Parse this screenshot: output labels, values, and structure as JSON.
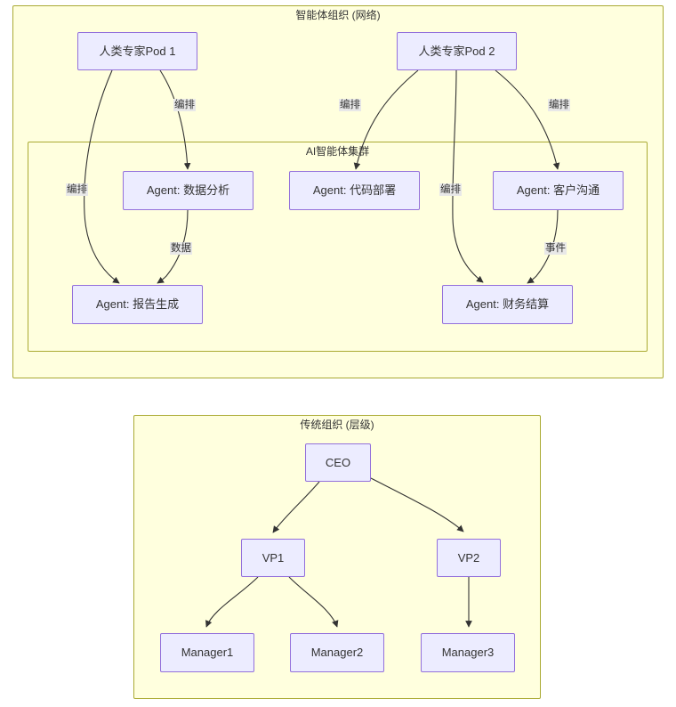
{
  "diagram": {
    "type": "flowchart",
    "title_visible": false,
    "theme": {
      "node_fill": "#ececff",
      "node_stroke": "#9370db",
      "cluster_fill": "#ffffde",
      "cluster_stroke": "#aaaa33",
      "edge_stroke": "#333333",
      "text_color": "#333333",
      "edge_label_bg": "#e8e8e8",
      "page_bg": "#ffffff"
    },
    "clusters": [
      {
        "id": "agent-org",
        "label": "智能体组织 (网络)"
      },
      {
        "id": "ai-swarm",
        "label": "AI智能体集群"
      },
      {
        "id": "traditional-org",
        "label": "传统组织 (层级)"
      }
    ],
    "nodes": [
      {
        "id": "pod1",
        "label": "人类专家Pod 1",
        "cluster": "agent-org"
      },
      {
        "id": "pod2",
        "label": "人类专家Pod 2",
        "cluster": "agent-org"
      },
      {
        "id": "analysis",
        "label": "Agent: 数据分析",
        "cluster": "ai-swarm"
      },
      {
        "id": "deploy",
        "label": "Agent: 代码部署",
        "cluster": "ai-swarm"
      },
      {
        "id": "customer",
        "label": "Agent: 客户沟通",
        "cluster": "ai-swarm"
      },
      {
        "id": "report",
        "label": "Agent: 报告生成",
        "cluster": "ai-swarm"
      },
      {
        "id": "finance",
        "label": "Agent: 财务结算",
        "cluster": "ai-swarm"
      },
      {
        "id": "ceo",
        "label": "CEO",
        "cluster": "traditional-org"
      },
      {
        "id": "vp1",
        "label": "VP1",
        "cluster": "traditional-org"
      },
      {
        "id": "vp2",
        "label": "VP2",
        "cluster": "traditional-org"
      },
      {
        "id": "manager1",
        "label": "Manager1",
        "cluster": "traditional-org"
      },
      {
        "id": "manager2",
        "label": "Manager2",
        "cluster": "traditional-org"
      },
      {
        "id": "manager3",
        "label": "Manager3",
        "cluster": "traditional-org"
      }
    ],
    "edges": [
      {
        "from": "pod1",
        "to": "report",
        "label": "编排"
      },
      {
        "from": "pod1",
        "to": "analysis",
        "label": "编排"
      },
      {
        "from": "pod2",
        "to": "deploy",
        "label": "编排"
      },
      {
        "from": "pod2",
        "to": "finance",
        "label": "编排"
      },
      {
        "from": "pod2",
        "to": "customer",
        "label": "编排"
      },
      {
        "from": "analysis",
        "to": "report",
        "label": "数据"
      },
      {
        "from": "customer",
        "to": "finance",
        "label": "事件"
      },
      {
        "from": "ceo",
        "to": "vp1",
        "label": ""
      },
      {
        "from": "ceo",
        "to": "vp2",
        "label": ""
      },
      {
        "from": "vp1",
        "to": "manager1",
        "label": ""
      },
      {
        "from": "vp1",
        "to": "manager2",
        "label": ""
      },
      {
        "from": "vp2",
        "to": "manager3",
        "label": ""
      }
    ],
    "edge_labels": {
      "pod1_report": "编排",
      "pod1_analysis": "编排",
      "pod2_deploy": "编排",
      "pod2_finance": "编排",
      "pod2_customer": "编排",
      "analysis_report": "数据",
      "customer_finance": "事件"
    }
  }
}
